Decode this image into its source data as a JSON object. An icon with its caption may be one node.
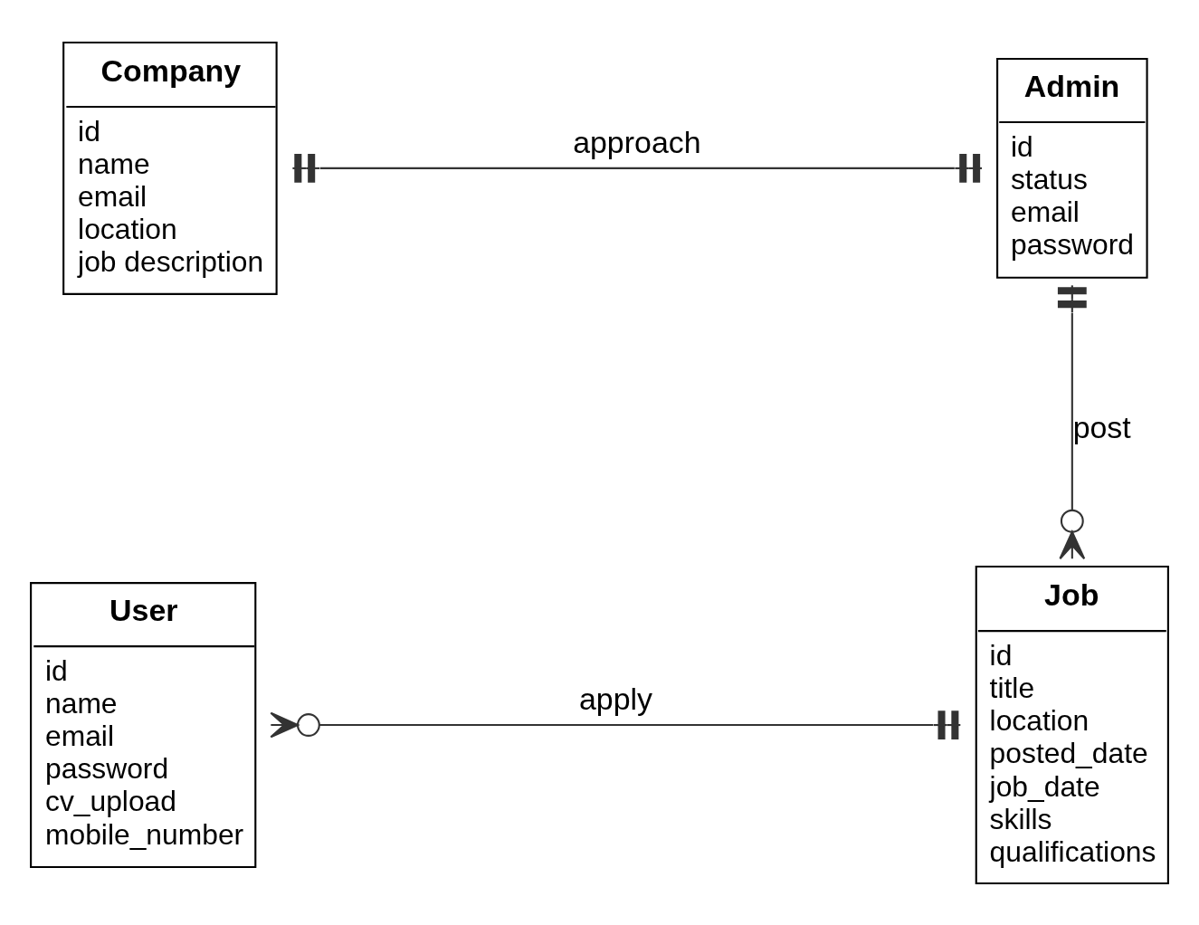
{
  "diagram": {
    "nodes": [
      {
        "text": [
          "Company",
          "id",
          "name",
          "email",
          "location",
          "job description"
        ]
      },
      {
        "text": [
          "Admin",
          "id",
          "status",
          "email",
          "password"
        ]
      },
      {
        "text": [
          "User",
          "id",
          "name",
          "email",
          "password",
          "cv_upload",
          "mobile_number"
        ]
      },
      {
        "text": [
          "Job",
          "id",
          "title",
          "location",
          "posted_date",
          "job_date",
          "skills",
          "qualifications"
        ]
      }
    ],
    "edges": [
      {
        "from": 0,
        "to": 1,
        "arrow": "other",
        "label": "approach"
      },
      {
        "from": 1,
        "to": 3,
        "arrow": "other",
        "label": "post"
      },
      {
        "from": 2,
        "to": 3,
        "arrow": "other",
        "label": "apply"
      }
    ]
  }
}
